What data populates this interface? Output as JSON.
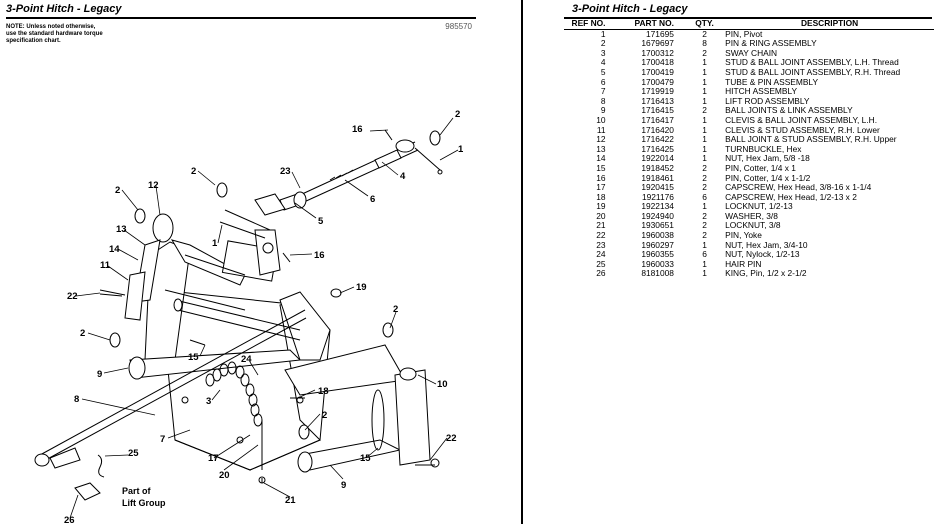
{
  "left": {
    "title": "3-Point Hitch - Legacy",
    "diagram_number": "985570",
    "note": "NOTE: Unless noted otherwise,\nuse the standard hardware torque\nspecification chart.",
    "part_of_label_1": "Part of",
    "part_of_label_2": "Lift Group",
    "callouts": [
      "1",
      "2",
      "3",
      "4",
      "5",
      "6",
      "7",
      "8",
      "9",
      "10",
      "11",
      "12",
      "13",
      "14",
      "15",
      "16",
      "17",
      "18",
      "19",
      "20",
      "21",
      "22",
      "23",
      "24",
      "25",
      "26"
    ]
  },
  "right": {
    "title": "3-Point Hitch - Legacy",
    "columns": [
      "REF NO.",
      "PART NO.",
      "QTY.",
      "DESCRIPTION"
    ],
    "rows": [
      {
        "ref": "1",
        "part": "171695",
        "qty": "2",
        "desc": "PIN, Pivot"
      },
      {
        "ref": "2",
        "part": "1679697",
        "qty": "8",
        "desc": "PIN & RING ASSEMBLY"
      },
      {
        "ref": "3",
        "part": "1700312",
        "qty": "2",
        "desc": "SWAY CHAIN"
      },
      {
        "ref": "4",
        "part": "1700418",
        "qty": "1",
        "desc": "STUD & BALL JOINT ASSEMBLY, L.H. Thread"
      },
      {
        "ref": "5",
        "part": "1700419",
        "qty": "1",
        "desc": "STUD & BALL JOINT ASSEMBLY, R.H. Thread"
      },
      {
        "ref": "6",
        "part": "1700479",
        "qty": "1",
        "desc": "TUBE & PIN ASSEMBLY"
      },
      {
        "ref": "7",
        "part": "1719919",
        "qty": "1",
        "desc": "HITCH ASSEMBLY"
      },
      {
        "ref": "8",
        "part": "1716413",
        "qty": "1",
        "desc": "LIFT ROD ASSEMBLY"
      },
      {
        "ref": "9",
        "part": "1716415",
        "qty": "2",
        "desc": "BALL JOINTS & LINK ASSEMBLY"
      },
      {
        "ref": "10",
        "part": "1716417",
        "qty": "1",
        "desc": "CLEVIS & BALL JOINT ASSEMBLY, L.H."
      },
      {
        "ref": "11",
        "part": "1716420",
        "qty": "1",
        "desc": "CLEVIS & STUD ASSEMBLY, R.H. Lower"
      },
      {
        "ref": "12",
        "part": "1716422",
        "qty": "1",
        "desc": "BALL JOINT & STUD ASSEMBLY, R.H. Upper"
      },
      {
        "ref": "13",
        "part": "1716425",
        "qty": "1",
        "desc": "TURNBUCKLE, Hex"
      },
      {
        "ref": "14",
        "part": "1922014",
        "qty": "1",
        "desc": "NUT, Hex Jam, 5/8 -18"
      },
      {
        "ref": "15",
        "part": "1918452",
        "qty": "2",
        "desc": "PIN, Cotter, 1/4 x 1"
      },
      {
        "ref": "16",
        "part": "1918461",
        "qty": "2",
        "desc": "PIN, Cotter, 1/4 x 1-1/2"
      },
      {
        "ref": "17",
        "part": "1920415",
        "qty": "2",
        "desc": "CAPSCREW, Hex Head, 3/8-16 x 1-1/4"
      },
      {
        "ref": "18",
        "part": "1921176",
        "qty": "6",
        "desc": "CAPSCREW, Hex Head, 1/2-13 x 2"
      },
      {
        "ref": "19",
        "part": "1922134",
        "qty": "1",
        "desc": "LOCKNUT, 1/2-13"
      },
      {
        "ref": "20",
        "part": "1924940",
        "qty": "2",
        "desc": "WASHER, 3/8"
      },
      {
        "ref": "21",
        "part": "1930651",
        "qty": "2",
        "desc": "LOCKNUT, 3/8"
      },
      {
        "ref": "22",
        "part": "1960038",
        "qty": "2",
        "desc": "PIN, Yoke"
      },
      {
        "ref": "23",
        "part": "1960297",
        "qty": "1",
        "desc": "NUT, Hex Jam, 3/4-10"
      },
      {
        "ref": "24",
        "part": "1960355",
        "qty": "6",
        "desc": "NUT, Nylock, 1/2-13"
      },
      {
        "ref": "25",
        "part": "1960033",
        "qty": "1",
        "desc": "HAIR PIN"
      },
      {
        "ref": "26",
        "part": "8181008",
        "qty": "1",
        "desc": "KING, Pin, 1/2 x 2-1/2"
      }
    ]
  }
}
